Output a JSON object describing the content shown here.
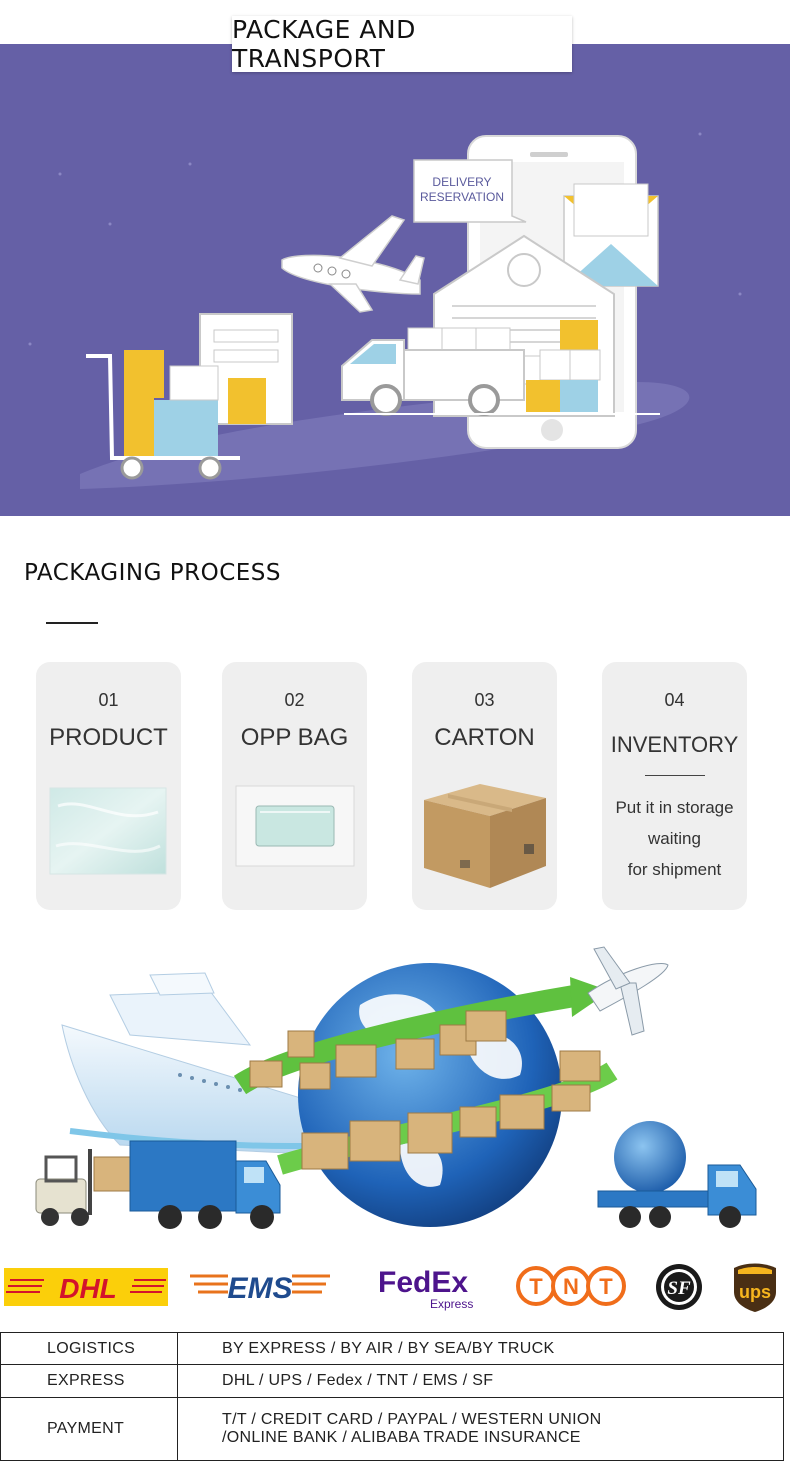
{
  "header": {
    "title": "PACKAGE AND TRANSPORT"
  },
  "banner": {
    "bubble_line1": "DELIVERY",
    "bubble_line2": "RESERVATION",
    "colors": {
      "background": "#6560a6",
      "yellow": "#f2c12e",
      "blue": "#9ed1e6"
    }
  },
  "process": {
    "title": "PACKAGING PROCESS",
    "steps": [
      {
        "num": "01",
        "name": "PRODUCT",
        "icon": "film-sheet-icon"
      },
      {
        "num": "02",
        "name": "OPP BAG",
        "icon": "opp-bag-icon"
      },
      {
        "num": "03",
        "name": "CARTON",
        "icon": "carton-box-icon"
      },
      {
        "num": "04",
        "name": "INVENTORY",
        "desc": [
          "Put it in storage",
          "waiting",
          "for shipment"
        ]
      }
    ]
  },
  "carriers": {
    "dhl": "DHL",
    "ems": "EMS",
    "fedex_main": "FedEx",
    "fedex_sub": "Express",
    "tnt": [
      "T",
      "N",
      "T"
    ],
    "sf": "SF",
    "ups": "ups"
  },
  "info_table": [
    {
      "key": "LOGISTICS",
      "value": [
        "BY EXPRESS / BY AIR / BY SEA/BY TRUCK"
      ]
    },
    {
      "key": "EXPRESS",
      "value": [
        "DHL / UPS / Fedex / TNT / EMS / SF"
      ]
    },
    {
      "key": "PAYMENT",
      "value": [
        "T/T  / CREDIT CARD / PAYPAL / WESTERN UNION",
        "/ONLINE BANK / ALIBABA TRADE INSURANCE"
      ]
    }
  ]
}
